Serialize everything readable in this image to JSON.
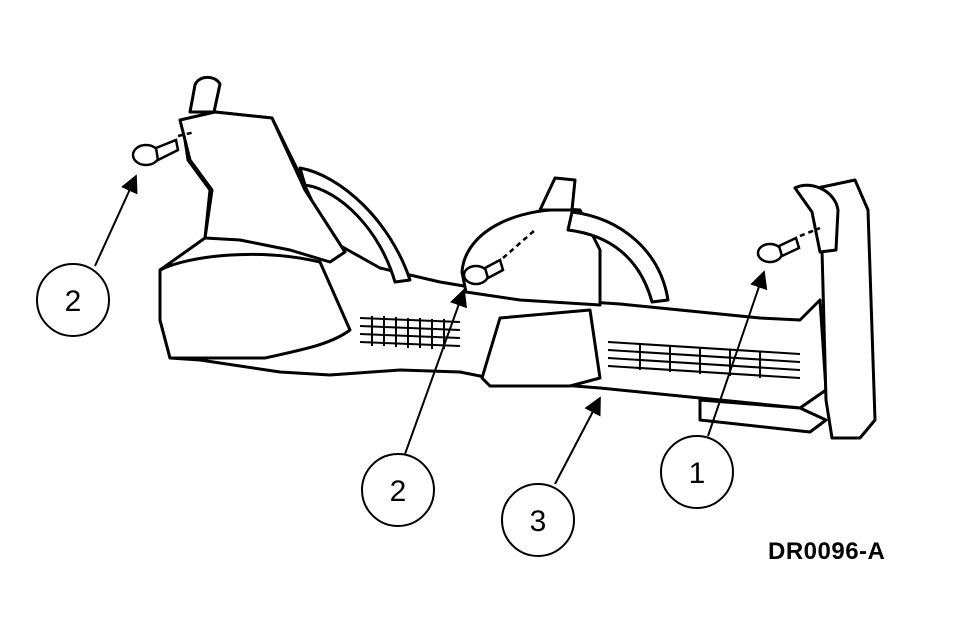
{
  "figure_code": "DR0096-A",
  "callouts": [
    {
      "id": "2a",
      "label": "2"
    },
    {
      "id": "2b",
      "label": "2"
    },
    {
      "id": "3",
      "label": "3"
    },
    {
      "id": "1",
      "label": "1"
    }
  ]
}
